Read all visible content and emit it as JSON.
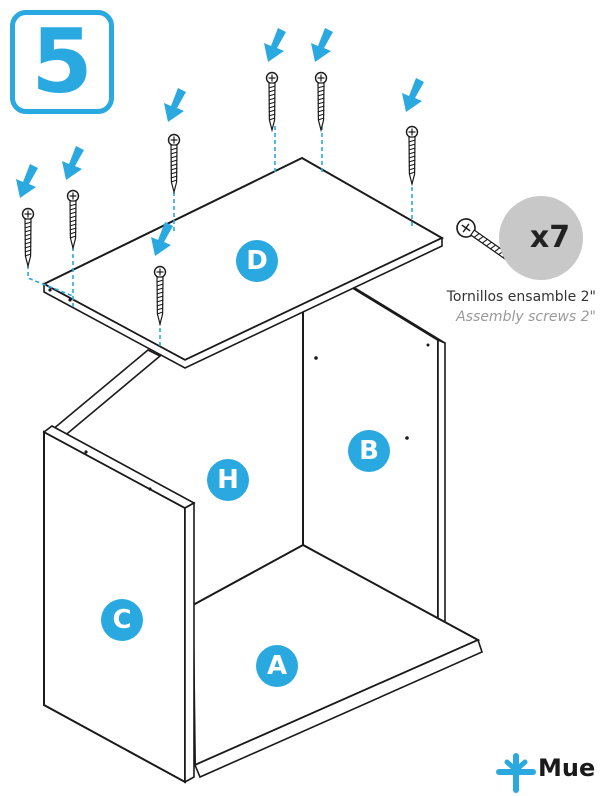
{
  "step_number": "5",
  "parts": {
    "a": "A",
    "b": "B",
    "c": "C",
    "d": "D",
    "h": "H"
  },
  "hardware": {
    "quantity": "x7",
    "name_es": "Tornillos ensamble 2\"",
    "name_en": "Assembly screws 2\""
  },
  "brand": "Mue",
  "colors": {
    "accent": "#29a9e0",
    "quantity_badge": "#c8c8c8",
    "outline": "#1a1a1a"
  },
  "icons": [
    "step-number-icon",
    "down-arrow-icon",
    "screw-icon",
    "brand-logo-icon"
  ]
}
